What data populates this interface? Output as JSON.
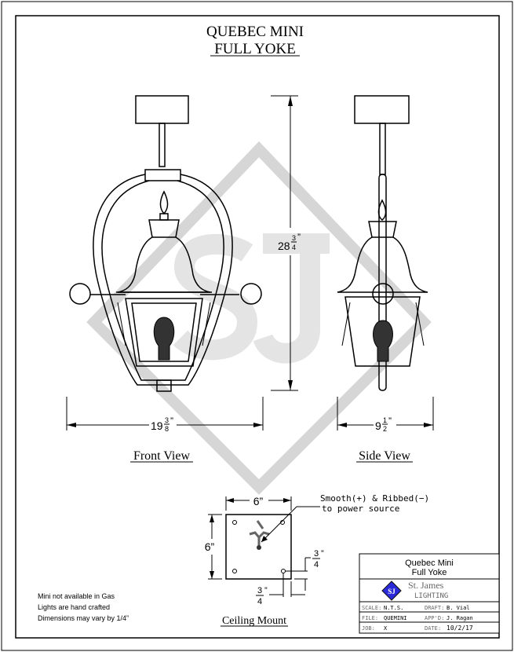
{
  "title": {
    "line1": "QUEBEC MINI",
    "line2": "FULL YOKE"
  },
  "views": {
    "front": "Front View",
    "side": "Side View",
    "ceiling": "Ceiling Mount"
  },
  "dimensions": {
    "height": {
      "whole": "28",
      "num": "3",
      "den": "4",
      "unit": "”"
    },
    "front_width": {
      "whole": "19",
      "num": "3",
      "den": "8",
      "unit": "”"
    },
    "side_width": {
      "whole": "9",
      "num": "1",
      "den": "2",
      "unit": "”"
    },
    "mount_width": "6”",
    "mount_height": "6”",
    "hole_offset_v": {
      "num": "3",
      "den": "4",
      "unit": "”"
    },
    "hole_offset_h": {
      "num": "3",
      "den": "4",
      "unit": "”"
    }
  },
  "wiring_note": {
    "line1": "Smooth(+) & Ribbed(−)",
    "line2": "to power source"
  },
  "notes": [
    "Mini not available in Gas",
    "Lights are hand crafted",
    "Dimensions may vary by 1/4”"
  ],
  "title_block": {
    "product_line1": "Quebec Mini",
    "product_line2": "Full Yoke",
    "company": "St. James",
    "company_sub": "LIGHTING",
    "logo_text": "SJ",
    "logo_color": "#2a2ad8",
    "fields": [
      {
        "label": "SCALE:",
        "value": "N.T.S.",
        "label2": "DRAFT:",
        "value2": "B. Vial"
      },
      {
        "label": "FILE:",
        "value": "QUEMINI",
        "label2": "APP'D:",
        "value2": "J. Ragan"
      },
      {
        "label": "JOB:",
        "value": "X",
        "label2": "DATE:",
        "value2": "10/2/17"
      }
    ]
  }
}
